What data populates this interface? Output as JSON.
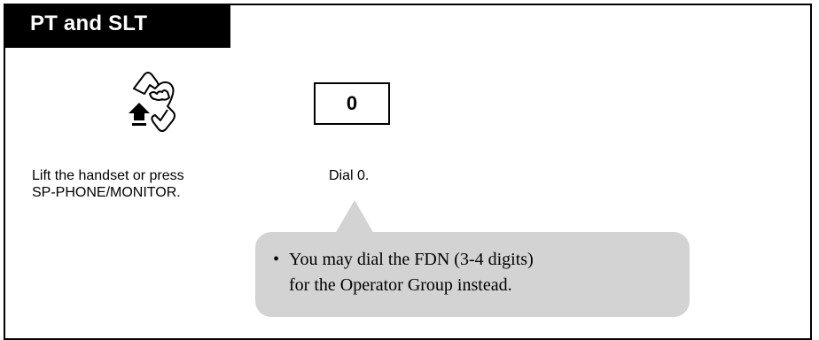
{
  "header": {
    "title": "PT and SLT"
  },
  "steps": [
    {
      "icon": "handset-lift-icon",
      "text_line1": "Lift the handset or press",
      "text_line2": "SP-PHONE/MONITOR."
    },
    {
      "key": "0",
      "text": "Dial 0."
    }
  ],
  "note": {
    "bullet": "•",
    "line1": "You may dial the FDN (3-4 digits)",
    "line2": "for the Operator Group instead."
  },
  "colors": {
    "title_bg": "#000000",
    "title_fg": "#ffffff",
    "note_bg": "#d3d3d3"
  }
}
